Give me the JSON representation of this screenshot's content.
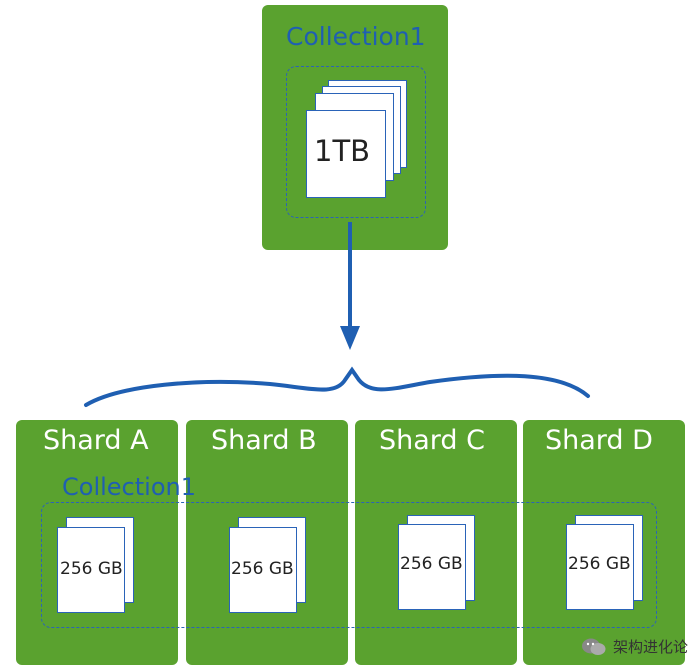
{
  "top": {
    "collection_label": "Collection1",
    "size_label": "1TB"
  },
  "shards": [
    {
      "name": "Shard A",
      "size": "256 GB"
    },
    {
      "name": "Shard B",
      "size": "256 GB"
    },
    {
      "name": "Shard C",
      "size": "256 GB"
    },
    {
      "name": "Shard D",
      "size": "256 GB"
    }
  ],
  "bottom_collection_label": "Collection1",
  "watermark": "架构进化论",
  "colors": {
    "box_green": "#5aa22f",
    "line_blue": "#1f5fb2",
    "background": "#ffffff"
  },
  "icons": [
    "wechat-icon"
  ]
}
